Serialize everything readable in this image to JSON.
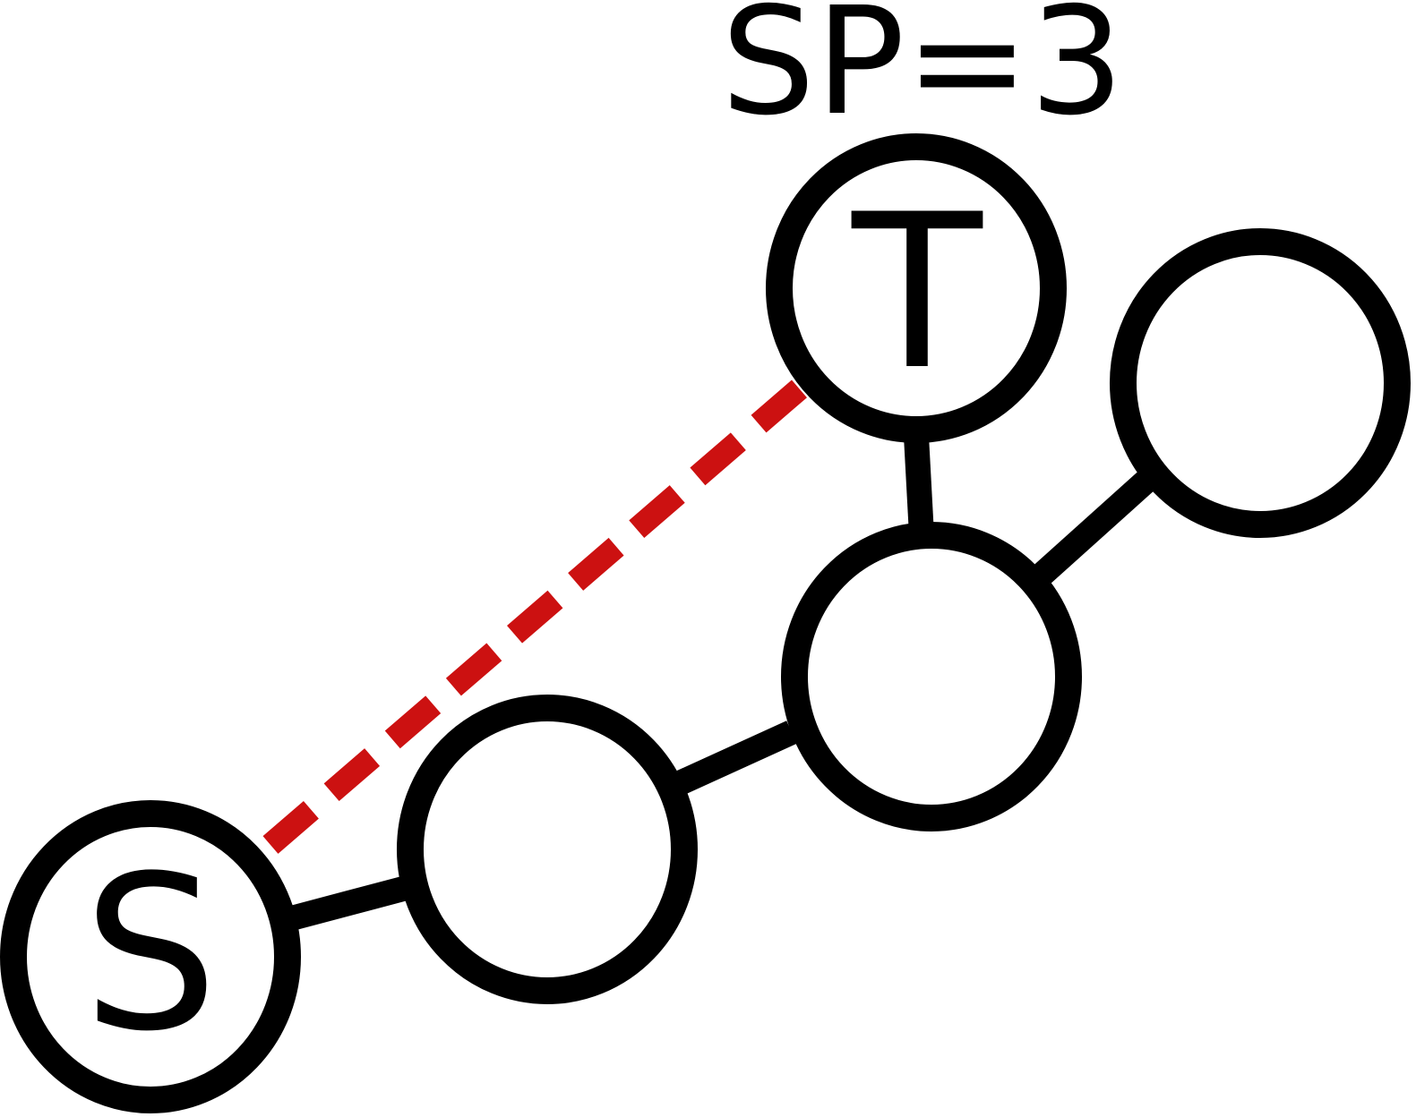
{
  "diagram": {
    "title": "SP=3",
    "nodes": [
      {
        "id": "s",
        "label": "S"
      },
      {
        "id": "t",
        "label": "T"
      },
      {
        "id": "n1",
        "label": ""
      },
      {
        "id": "n2",
        "label": ""
      },
      {
        "id": "n3",
        "label": ""
      }
    ],
    "edges": [
      {
        "from": "s",
        "to": "n1",
        "style": "solid"
      },
      {
        "from": "n1",
        "to": "n2",
        "style": "solid"
      },
      {
        "from": "n2",
        "to": "t",
        "style": "solid"
      },
      {
        "from": "n2",
        "to": "n3",
        "style": "solid"
      },
      {
        "from": "s",
        "to": "t",
        "style": "dashed"
      }
    ],
    "colors": {
      "stroke": "#000000",
      "dashed_edge": "#cc1111",
      "background": "#ffffff"
    }
  }
}
